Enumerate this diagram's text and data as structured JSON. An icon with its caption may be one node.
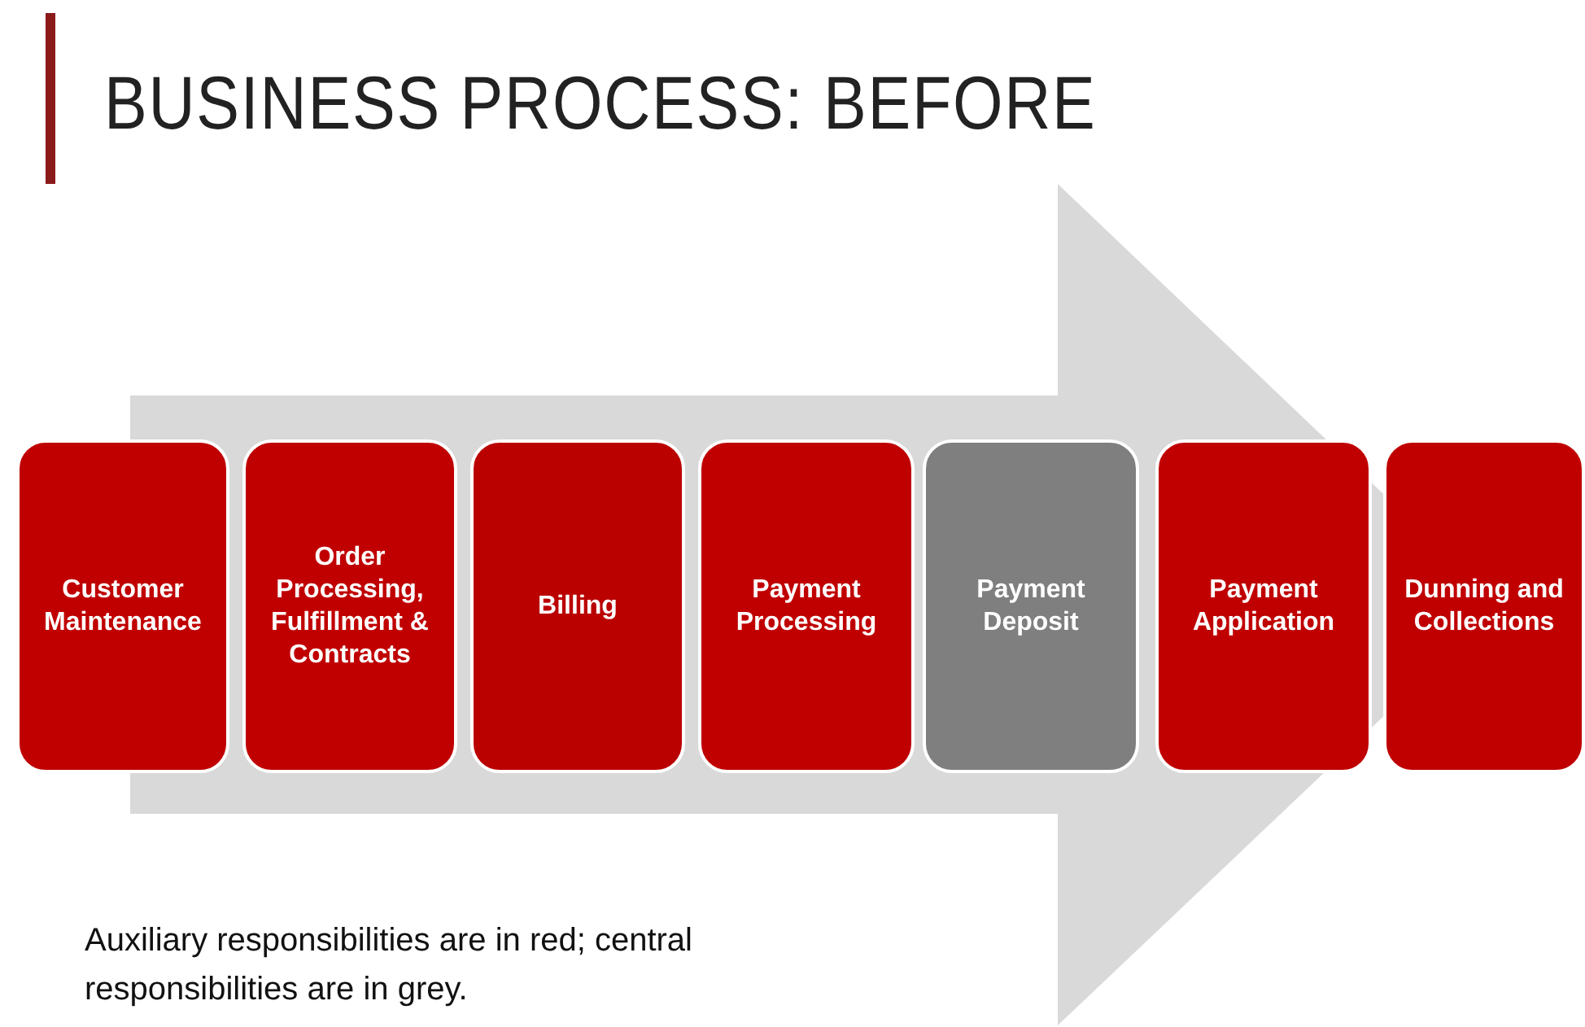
{
  "diagram": {
    "title": "BUSINESS PROCESS: BEFORE",
    "nodes": [
      {
        "text": [
          "Customer Maintenance"
        ]
      },
      {
        "text": [
          "Order Processing, Fulfillment & Contracts"
        ]
      },
      {
        "text": [
          "Billing"
        ]
      },
      {
        "text": [
          "Payment Processing"
        ]
      },
      {
        "text": [
          "Payment Deposit"
        ]
      },
      {
        "text": [
          "Payment Application"
        ]
      },
      {
        "text": [
          "Dunning and Collections"
        ]
      }
    ],
    "edges": [
      {
        "from": 0,
        "to": 6,
        "arrow": "to"
      }
    ],
    "labels": [
      "Auxiliary responsibilities are in red; central responsibilities are in grey."
    ]
  }
}
